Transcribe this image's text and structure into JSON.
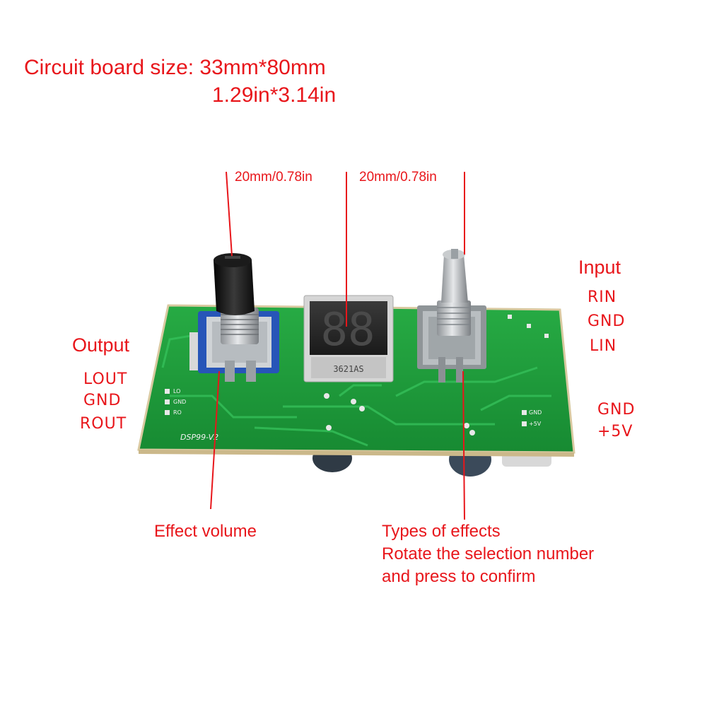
{
  "size": {
    "line1": "Circuit board size: 33mm*80mm",
    "line2": "1.29in*3.14in"
  },
  "dimensions": {
    "left": "20mm/0.78in",
    "right": "20mm/0.78in"
  },
  "output": {
    "heading": "Output",
    "pins": [
      "LOUT",
      "GND",
      "ROUT"
    ]
  },
  "input": {
    "heading": "Input",
    "pins": [
      "RIN",
      "GND",
      "LIN"
    ]
  },
  "power": {
    "pins": [
      "GND",
      "+5V"
    ]
  },
  "annotations": {
    "effect_volume": "Effect volume",
    "effects_line1": "Types of effects",
    "effects_line2": "Rotate the selection number",
    "effects_line3": "and press to confirm"
  },
  "board": {
    "silkscreen_model": "DSP99-V2",
    "display_part": "3621AS",
    "display_digits": "88",
    "left_pad_labels": [
      "LO",
      "GND",
      "RO"
    ],
    "right_pad_labels": [
      "GND",
      "+5V"
    ]
  },
  "colors": {
    "label_red": "#e8161b",
    "board_green": "#1f9b3a"
  }
}
